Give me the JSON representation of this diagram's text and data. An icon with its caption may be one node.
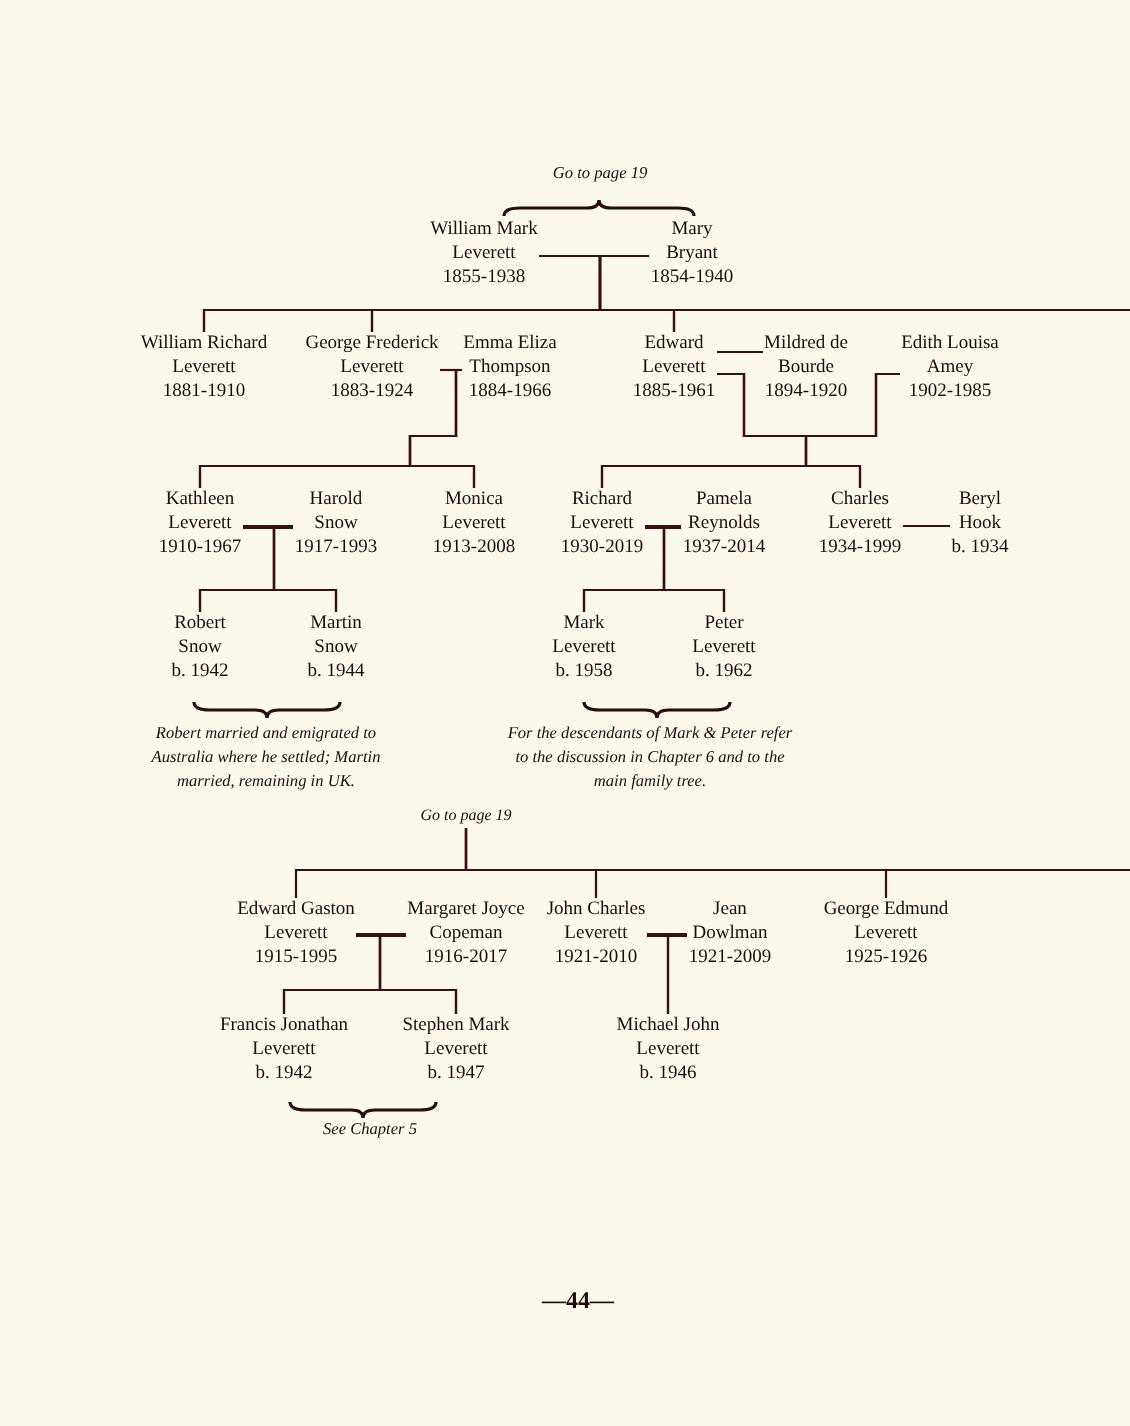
{
  "diagram": {
    "nodes": [
      {
        "text": [
          "William Mark Leverett",
          "1855-1938"
        ]
      },
      {
        "text": [
          "Mary Bryant",
          "1854-1940"
        ]
      },
      {
        "text": [
          "William Richard Leverett",
          "1881-1910"
        ]
      },
      {
        "text": [
          "George Frederick Leverett",
          "1883-1924"
        ]
      },
      {
        "text": [
          "Emma Eliza Thompson",
          "1884-1966"
        ]
      },
      {
        "text": [
          "Edward Leverett",
          "1885-1961"
        ]
      },
      {
        "text": [
          "Mildred de Bourde",
          "1894-1920"
        ]
      },
      {
        "text": [
          "Edith Louisa Amey",
          "1902-1985"
        ]
      },
      {
        "text": [
          "Kathleen Leverett",
          "1910-1967"
        ]
      },
      {
        "text": [
          "Harold Snow",
          "1917-1993"
        ]
      },
      {
        "text": [
          "Monica Leverett",
          "1913-2008"
        ]
      },
      {
        "text": [
          "Richard Leverett",
          "1930-2019"
        ]
      },
      {
        "text": [
          "Pamela Reynolds",
          "1937-2014"
        ]
      },
      {
        "text": [
          "Charles Leverett",
          "1934-1999"
        ]
      },
      {
        "text": [
          "Beryl Hook",
          "b. 1934"
        ]
      },
      {
        "text": [
          "Robert Snow",
          "b. 1942"
        ]
      },
      {
        "text": [
          "Martin Snow",
          "b. 1944"
        ]
      },
      {
        "text": [
          "Mark Leverett",
          "b. 1958"
        ]
      },
      {
        "text": [
          "Peter Leverett",
          "b. 1962"
        ]
      },
      {
        "text": [
          "Go to page 19"
        ]
      },
      {
        "text": [
          "Edward Gaston Leverett",
          "1915-1995"
        ]
      },
      {
        "text": [
          "Margaret Joyce Copeman",
          "1916-2017"
        ]
      },
      {
        "text": [
          "John Charles Leverett",
          "1921-2010"
        ]
      },
      {
        "text": [
          "Jean Dowlman",
          "1921-2009"
        ]
      },
      {
        "text": [
          "George Edmund Leverett",
          "1925-1926"
        ]
      },
      {
        "text": [
          "Francis Jonathan Leverett",
          "b. 1942"
        ]
      },
      {
        "text": [
          "Stephen Mark Leverett",
          "b. 1947"
        ]
      },
      {
        "text": [
          "Michael John Leverett",
          "b. 1946"
        ]
      }
    ],
    "edges": [
      {
        "from": 0,
        "to": 1,
        "arrow": "none"
      },
      {
        "from": 0,
        "to": 2,
        "arrow": "none"
      },
      {
        "from": 0,
        "to": 3,
        "arrow": "none"
      },
      {
        "from": 0,
        "to": 5,
        "arrow": "none"
      },
      {
        "from": 1,
        "to": 2,
        "arrow": "none"
      },
      {
        "from": 1,
        "to": 3,
        "arrow": "none"
      },
      {
        "from": 1,
        "to": 5,
        "arrow": "none"
      },
      {
        "from": 0,
        "to": null,
        "arrow": "none"
      },
      {
        "from": 1,
        "to": null,
        "arrow": "none"
      },
      {
        "from": 3,
        "to": 4,
        "arrow": "none"
      },
      {
        "from": 3,
        "to": 8,
        "arrow": "none"
      },
      {
        "from": 3,
        "to": 10,
        "arrow": "none"
      },
      {
        "from": 4,
        "to": 8,
        "arrow": "none"
      },
      {
        "from": 4,
        "to": 10,
        "arrow": "none"
      },
      {
        "from": 5,
        "to": 6,
        "arrow": "none"
      },
      {
        "from": 5,
        "to": 7,
        "arrow": "none"
      },
      {
        "from": 5,
        "to": 11,
        "arrow": "none"
      },
      {
        "from": 5,
        "to": 13,
        "arrow": "none"
      },
      {
        "from": 7,
        "to": 11,
        "arrow": "none"
      },
      {
        "from": 7,
        "to": 13,
        "arrow": "none"
      },
      {
        "from": 8,
        "to": 9,
        "arrow": "none"
      },
      {
        "from": 8,
        "to": 15,
        "arrow": "none"
      },
      {
        "from": 8,
        "to": 16,
        "arrow": "none"
      },
      {
        "from": 9,
        "to": 15,
        "arrow": "none"
      },
      {
        "from": 9,
        "to": 16,
        "arrow": "none"
      },
      {
        "from": 11,
        "to": 12,
        "arrow": "none"
      },
      {
        "from": 11,
        "to": 17,
        "arrow": "none"
      },
      {
        "from": 11,
        "to": 18,
        "arrow": "none"
      },
      {
        "from": 12,
        "to": 17,
        "arrow": "none"
      },
      {
        "from": 12,
        "to": 18,
        "arrow": "none"
      },
      {
        "from": 13,
        "to": 14,
        "arrow": "none"
      },
      {
        "from": 19,
        "to": 20,
        "arrow": "none"
      },
      {
        "from": 19,
        "to": 22,
        "arrow": "none"
      },
      {
        "from": 19,
        "to": 24,
        "arrow": "none"
      },
      {
        "from": 19,
        "to": null,
        "arrow": "none"
      },
      {
        "from": 20,
        "to": 21,
        "arrow": "none"
      },
      {
        "from": 20,
        "to": 25,
        "arrow": "none"
      },
      {
        "from": 20,
        "to": 26,
        "arrow": "none"
      },
      {
        "from": 21,
        "to": 25,
        "arrow": "none"
      },
      {
        "from": 21,
        "to": 26,
        "arrow": "none"
      },
      {
        "from": 22,
        "to": 23,
        "arrow": "none"
      },
      {
        "from": 22,
        "to": 27,
        "arrow": "none"
      },
      {
        "from": 23,
        "to": 27,
        "arrow": "none"
      }
    ],
    "labels": [
      "Go to page 19",
      "Robert married and emigrated to Australia where he settled; Martin married, remaining in UK.",
      "For the descendants of Mark & Peter refer to the discussion in Chapter 6 and to the main family tree.",
      "See Chapter 5",
      "—44—"
    ]
  }
}
